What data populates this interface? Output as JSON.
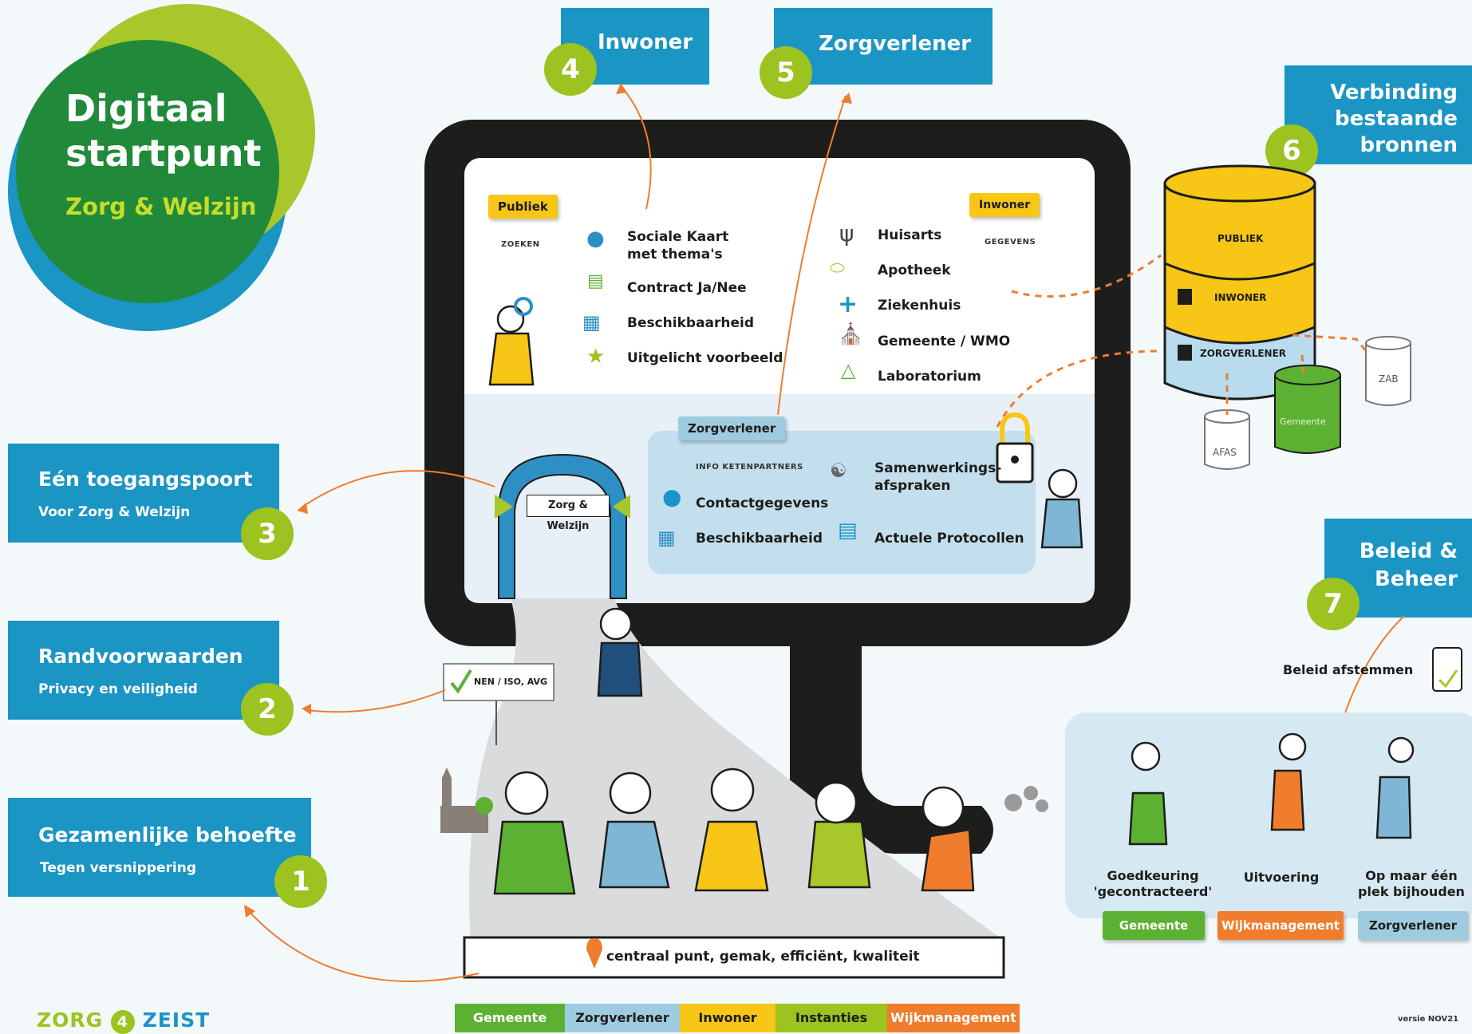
{
  "logo": {
    "title_line1": "Digitaal",
    "title_line2": "startpunt",
    "subtitle": "Zorg & Welzijn"
  },
  "steps": [
    {
      "num": "1",
      "title": "Gezamenlijke behoefte",
      "sub": "Tegen versnippering"
    },
    {
      "num": "2",
      "title": "Randvoorwaarden",
      "sub": "Privacy en veiligheid"
    },
    {
      "num": "3",
      "title": "Eén toegangspoort",
      "sub": "Voor Zorg & Welzijn"
    },
    {
      "num": "4",
      "title": "Inwoner"
    },
    {
      "num": "5",
      "title": "Zorgverlener"
    },
    {
      "num": "6",
      "title_line1": "Verbinding",
      "title_line2": "bestaande",
      "title_line3": "bronnen"
    },
    {
      "num": "7",
      "title_line1": "Beleid &",
      "title_line2": "Beheer"
    }
  ],
  "screen": {
    "publiek_tag": "Publiek",
    "zoeken": "ZOEKEN",
    "publiek_items": [
      "Sociale Kaart",
      "met thema's",
      "Contract Ja/Nee",
      "Beschikbaarheid",
      "Uitgelicht voorbeeld"
    ],
    "inwoner_tag": "Inwoner",
    "gegevens": "GEGEVENS",
    "inwoner_items": [
      "Huisarts",
      "Apotheek",
      "Ziekenhuis",
      "Gemeente / WMO",
      "Laboratorium"
    ],
    "zorgverlener_tag": "Zorgverlener",
    "info_ketenpartners": "INFO KETENPARTNERS",
    "zv_items": [
      "Contactgegevens",
      "Beschikbaarheid",
      "Samenwerkings-",
      "afspraken",
      "Actuele Protocollen"
    ],
    "gate_label": "Zorg & Welzijn"
  },
  "sign": "NEN / ISO, AVG",
  "base_text": "centraal punt, gemak, efficiënt, kwaliteit",
  "database": {
    "layers": [
      "PUBLIEK",
      "INWONER",
      "ZORGVERLENER"
    ],
    "sources": [
      "ZAB",
      "Gemeente",
      "AFAS"
    ]
  },
  "beleid": {
    "afstemmen": "Beleid afstemmen",
    "roles": [
      {
        "label_line1": "Goedkeuring",
        "label_line2": "'gecontracteerd'",
        "tag": "Gemeente",
        "color": "#5cb132"
      },
      {
        "label_line1": "Uitvoering",
        "label_line2": "",
        "tag": "Wijkmanagement",
        "color": "#ef7d2d"
      },
      {
        "label_line1": "Op maar één",
        "label_line2": "plek bijhouden",
        "tag": "Zorgverlener",
        "color": "#9fcbe0"
      }
    ]
  },
  "legend": [
    {
      "label": "Gemeente",
      "color": "#5cb132"
    },
    {
      "label": "Zorgverlener",
      "color": "#9fcbe0"
    },
    {
      "label": "Inwoner",
      "color": "#f7c617"
    },
    {
      "label": "Instanties",
      "color": "#9cc31f"
    },
    {
      "label": "Wijkmanagement",
      "color": "#ef7d2d"
    }
  ],
  "footer": {
    "brand_left": "ZORG",
    "brand_num": "4",
    "brand_right": "ZEIST",
    "version": "versie NOV21"
  }
}
